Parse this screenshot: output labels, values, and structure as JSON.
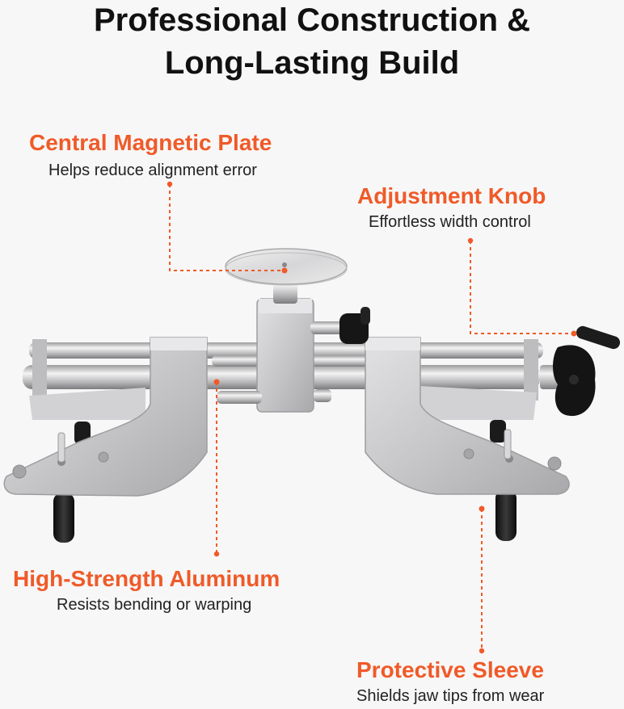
{
  "header": {
    "title_line1": "Professional Construction &",
    "title_line2": "Long-Lasting Build"
  },
  "callouts": {
    "magnetic_plate": {
      "title": "Central Magnetic Plate",
      "subtitle": "Helps reduce alignment error"
    },
    "adjustment_knob": {
      "title": "Adjustment Knob",
      "subtitle": "Effortless width control"
    },
    "aluminum": {
      "title": "High-Strength Aluminum",
      "subtitle": "Resists bending or warping"
    },
    "sleeve": {
      "title": "Protective Sleeve",
      "subtitle": "Shields jaw tips from wear"
    }
  },
  "colors": {
    "accent": "#f05a28",
    "title_text": "#111111",
    "body_text": "#222222",
    "background": "#f7f7f7",
    "aluminum": "#c9c9cb",
    "rubber": "#1a1a1a"
  }
}
